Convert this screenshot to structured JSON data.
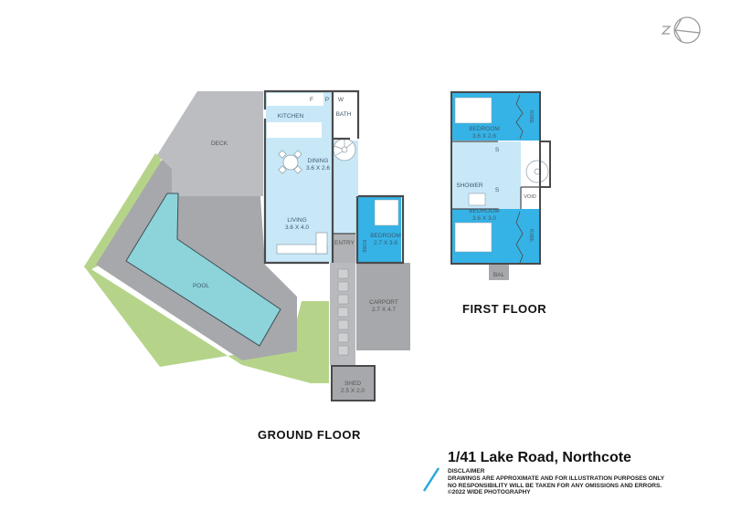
{
  "colors": {
    "paving": "#a7a8ab",
    "deck": "#bcbdc0",
    "lawn": "#b5d48a",
    "pool": "#8dd4da",
    "living_light_blue": "#c8e8f8",
    "bedroom_blue": "#35b3e6",
    "wall": "#4a4a4c",
    "accent_line": "#2aa7dd"
  },
  "compass": {
    "icon": "north-arrow-icon",
    "letter": "N"
  },
  "ground_floor": {
    "title": "GROUND FLOOR",
    "rooms": {
      "kitchen": "KITCHEN",
      "bath": "BATH",
      "fridge": "F",
      "pantry": "P",
      "washer": "W",
      "dining": "DINING",
      "dining_size": "3.6 X 2.6",
      "living": "LIVING",
      "living_size": "3.6 X 4.0",
      "entry": "ENTRY",
      "bedroom": "BEDROOM",
      "bedroom_size": "2.7 X 3.6",
      "robe": "ROBE",
      "deck": "DECK",
      "pool": "POOL",
      "carport": "CARPORT",
      "carport_size": "2.7 X 4.7",
      "shed": "SHED",
      "shed_size": "2.5 X 2.0"
    }
  },
  "first_floor": {
    "title": "FIRST FLOOR",
    "rooms": {
      "bedroom1": "BEDROOM",
      "bedroom1_size": "3.6 X 2.6",
      "robe1": "ROBE",
      "storage1": "S",
      "shower": "SHOWER",
      "storage2": "S",
      "void": "VOID",
      "bedroom2": "BEDROOM",
      "bedroom2_size": "3.6 X 3.0",
      "robe2": "ROBE",
      "balcony": "BAL"
    }
  },
  "footer": {
    "address": "1/41 Lake Road, Northcote",
    "disclaimer_title": "DISCLAIMER",
    "disclaimer_line1": "DRAWINGS ARE APPROXIMATE AND FOR ILLUSTRATION PURPOSES ONLY",
    "disclaimer_line2": "NO RESPONSIBILITY WILL BE TAKEN FOR ANY OMISSIONS AND ERRORS.",
    "copyright": "©2022 WIDE PHOTOGRAPHY"
  }
}
